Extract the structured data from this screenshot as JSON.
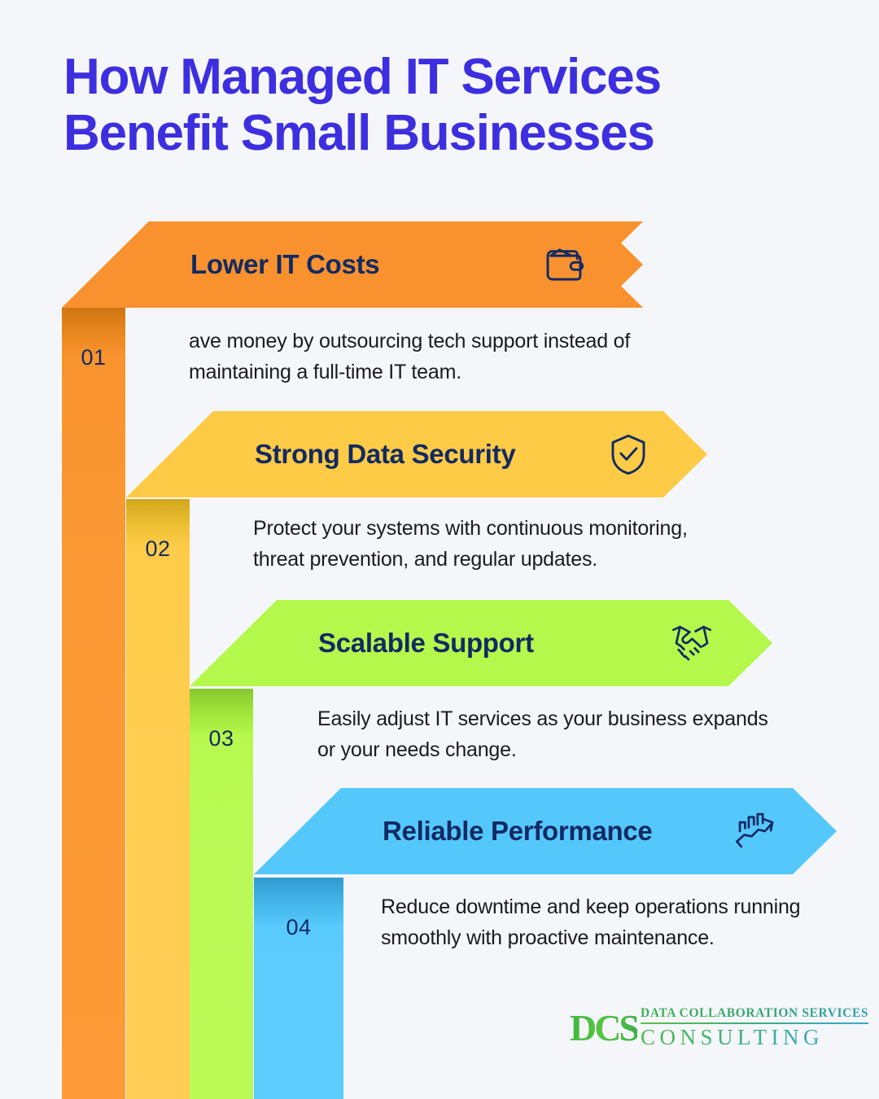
{
  "page": {
    "background_color": "#f5f6fa",
    "title_color": "#3d2fe0",
    "heading_color": "#122a63"
  },
  "title": {
    "line1": "How Managed IT Services",
    "line2": "Benefit Small Businesses"
  },
  "steps": [
    {
      "number": "01",
      "heading": "Lower IT Costs",
      "body": "ave money by outsourcing tech support instead of maintaining a full-time IT team.",
      "icon": "wallet-icon",
      "color": "#f9922e",
      "rail_color": "#f9922e"
    },
    {
      "number": "02",
      "heading": "Strong Data Security",
      "body": "Protect your systems with continuous monitoring, threat prevention, and regular updates.",
      "icon": "shield-check-icon",
      "color": "#fecb46",
      "rail_color": "#fecb46"
    },
    {
      "number": "03",
      "heading": "Scalable Support",
      "body": "Easily adjust IT services as your business expands or your needs change.",
      "icon": "handshake-icon",
      "color": "#b5f84c",
      "rail_color": "#b5f84c"
    },
    {
      "number": "04",
      "heading": "Reliable Performance",
      "body": "Reduce downtime and keep operations running smoothly with proactive maintenance.",
      "icon": "growth-chart-icon",
      "color": "#55c8fb",
      "rail_color": "#55c8fb"
    }
  ],
  "logo": {
    "mark": "DCS",
    "top_line": "DATA COLLABORATION SERVICES",
    "bottom_line": "CONSULTING"
  }
}
